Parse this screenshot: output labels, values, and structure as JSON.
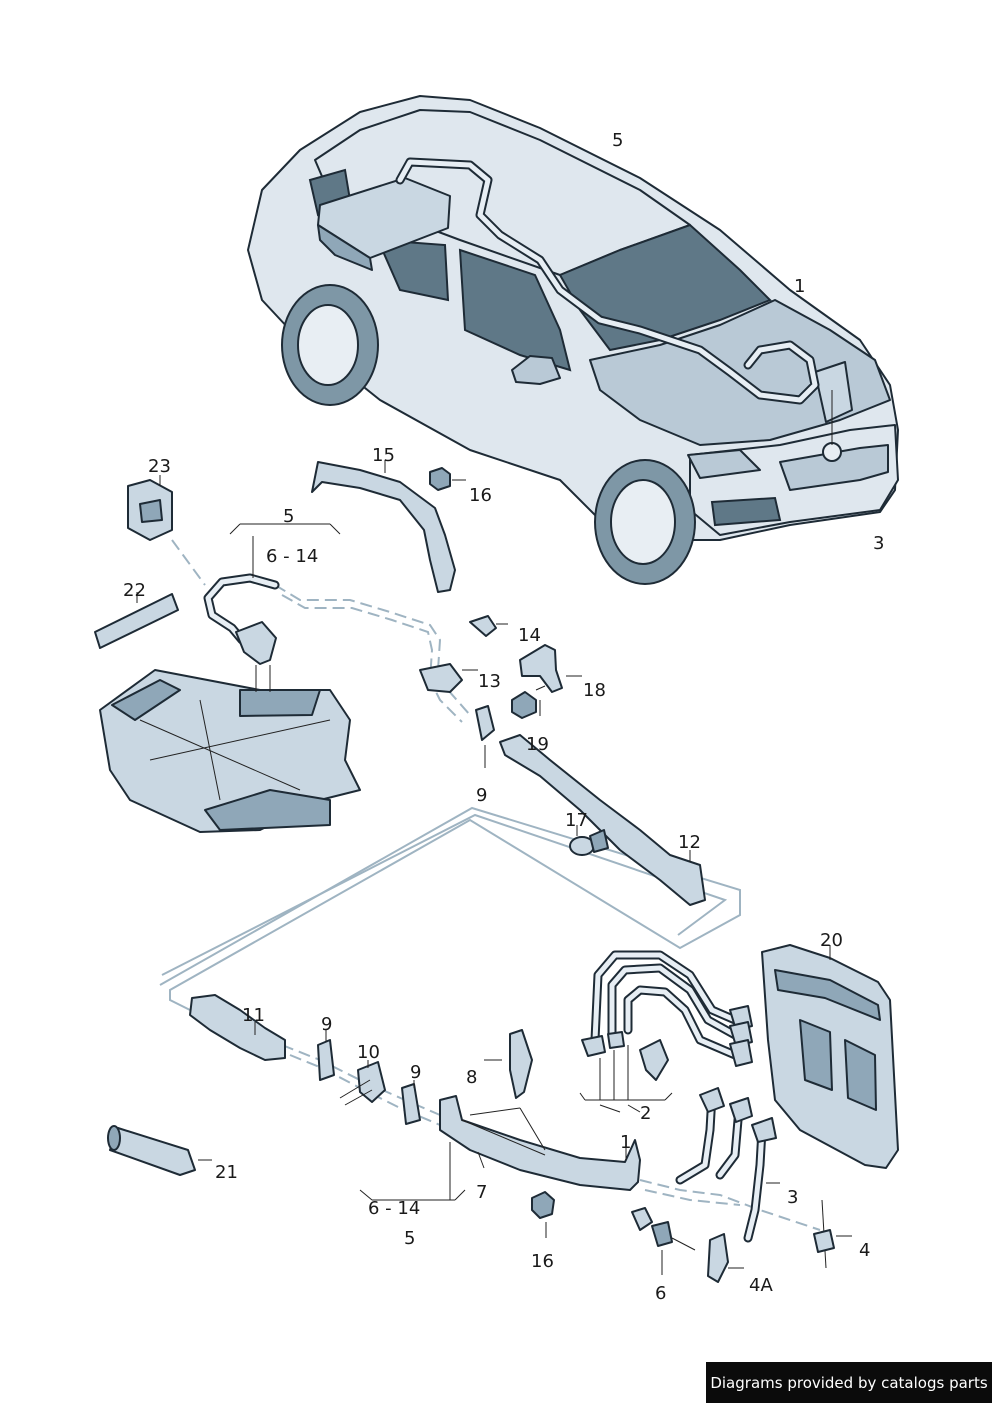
{
  "labels": {
    "l5_top": "5",
    "l1_top": "1",
    "l3_top": "3",
    "l23": "23",
    "l15": "15",
    "l16_top": "16",
    "l5_mid": "5",
    "l6_14_mid": "6 - 14",
    "l22": "22",
    "l14": "14",
    "l13": "13",
    "l18": "18",
    "l19": "19",
    "l9_mid": "9",
    "l17": "17",
    "l12": "12",
    "l20": "20",
    "l11": "11",
    "l9_a": "9",
    "l10": "10",
    "l9_b": "9",
    "l8": "8",
    "l2": "2",
    "l1_bot": "1",
    "l21": "21",
    "l7": "7",
    "l6_14_bot": "6 - 14",
    "l5_bot": "5",
    "l16_bot": "16",
    "l3_bot": "3",
    "l4": "4",
    "l4a": "4A",
    "l6": "6"
  },
  "footer": {
    "text": "Diagrams provided by catalogs parts"
  }
}
